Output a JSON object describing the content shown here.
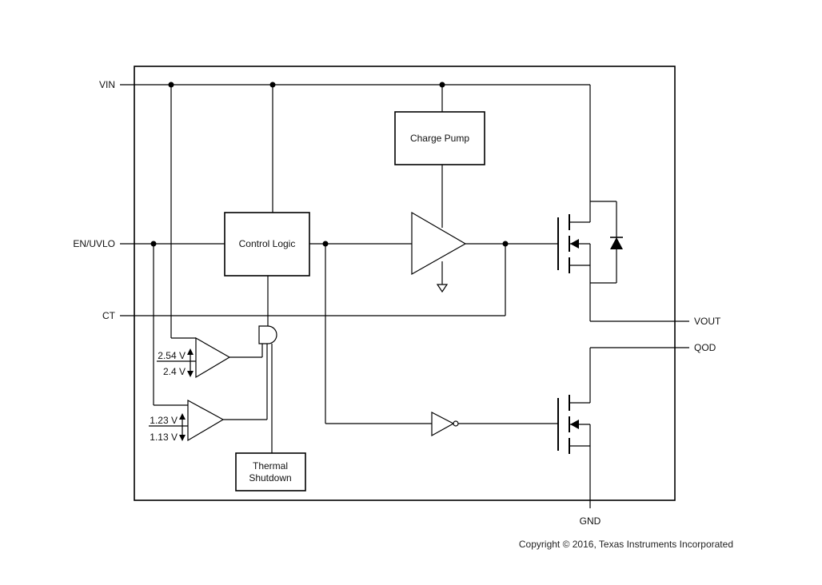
{
  "pins": {
    "vin": "VIN",
    "en_uvlo": "EN/UVLO",
    "ct": "CT",
    "vout": "VOUT",
    "qod": "QOD",
    "gnd": "GND"
  },
  "blocks": {
    "charge_pump": "Charge Pump",
    "control_logic": "Control Logic",
    "thermal_line1": "Thermal",
    "thermal_line2": "Shutdown"
  },
  "thresholds": {
    "vin_rise": "2.54 V",
    "vin_fall": "2.4 V",
    "en_rise": "1.23 V",
    "en_fall": "1.13 V"
  },
  "copyright": "Copyright © 2016, Texas Instruments Incorporated"
}
